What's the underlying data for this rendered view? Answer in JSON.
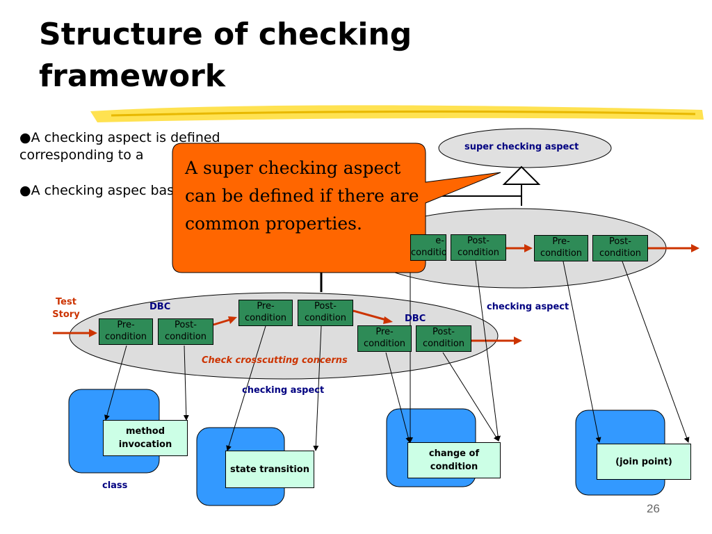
{
  "slide": {
    "title_line1": "Structure of checking",
    "title_line2": "framework",
    "bullet1": "●A checking aspect is defined corresponding to a",
    "bullet2": "●A checking aspec based on DBC (Des",
    "page_number": "26"
  },
  "callout": {
    "text": "A super checking aspect can be defined if there are common properties."
  },
  "diagram": {
    "super_aspect_label": "super checking aspect",
    "test_story": "Test Story",
    "dbc": "DBC",
    "checking_aspect": "checking aspect",
    "crosscutting": "Check crosscutting concerns",
    "pre": "Pre-condition",
    "post": "Post-condition",
    "pre_partial": "e-condition",
    "targets": {
      "method_invocation": "method invocation",
      "state_transition": "state transition",
      "change_of_condition": "change of condition",
      "join_point": "(join point)"
    },
    "class_label": "class"
  },
  "colors": {
    "box_green": "#2e8b57",
    "target_fill": "#ccffe6",
    "class_blue": "#3399ff",
    "callout_orange": "#ff6600",
    "arrow_red": "#cc3300",
    "label_navy": "#000080",
    "ellipse_gray": "#dddddd"
  }
}
